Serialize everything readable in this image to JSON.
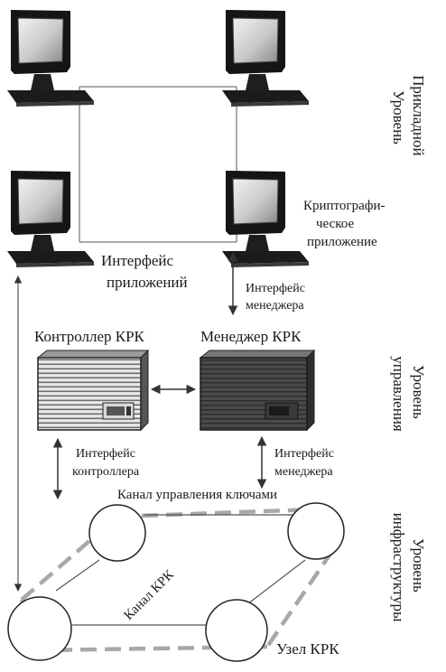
{
  "labels": {
    "crypto_app": [
      "Криптографи-",
      "ческое",
      "приложение"
    ],
    "app_interface": [
      "Интерфейс",
      "приложений"
    ],
    "manager_interface_top": [
      "Интерфейс",
      "менеджера"
    ],
    "controller_title": "Контроллер КРК",
    "manager_title": "Менеджер КРК",
    "controller_interface": [
      "Интерфейс",
      "контроллера"
    ],
    "manager_interface_bottom": [
      "Интерфейс",
      "менеджера"
    ],
    "key_mgmt_channel": "Канал управления ключами",
    "qkd_channel": "Канал КРК",
    "qkd_node": "Узел КРК"
  },
  "levels": {
    "application": [
      "Прикладной",
      "Уровень"
    ],
    "management": [
      "Уровень",
      "управления"
    ],
    "infrastructure": [
      "Уровень",
      "инфраструктуры"
    ]
  },
  "icons": {
    "terminal": "computer-monitor-icon",
    "controller": "server-rack-icon",
    "manager": "server-rack-icon",
    "node": "circle-node-icon"
  }
}
